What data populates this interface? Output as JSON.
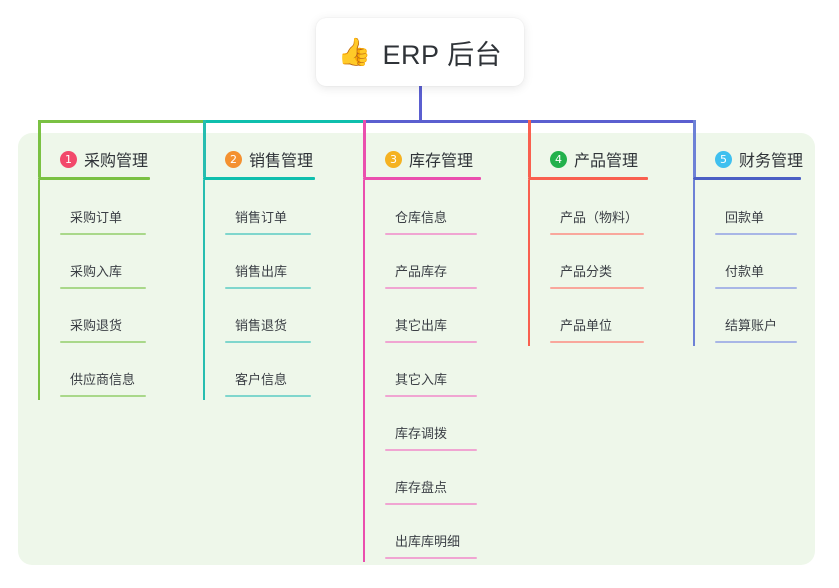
{
  "root": {
    "icon": "thumbs-up-icon",
    "icon_glyph": "👍",
    "title": "ERP 后台"
  },
  "canvas": {
    "background_color": "#eef7ea"
  },
  "trunk": {
    "color": "#5b5fd0"
  },
  "branches": [
    {
      "number": "1",
      "title": "采购管理",
      "badge_color": "#f2496b",
      "rule_color": "#7ac143",
      "line_color": "#7ac143",
      "leaf_rule_color": "#a9d88a",
      "bus_color": "#7ac143",
      "items": [
        "采购订单",
        "采购入库",
        "采购退货",
        "供应商信息"
      ]
    },
    {
      "number": "2",
      "title": "销售管理",
      "badge_color": "#f49130",
      "rule_color": "#0fbfad",
      "line_color": "#27bdb0",
      "leaf_rule_color": "#7fd6cd",
      "bus_color": "#0fbfad",
      "items": [
        "销售订单",
        "销售出库",
        "销售退货",
        "客户信息"
      ]
    },
    {
      "number": "3",
      "title": "库存管理",
      "badge_color": "#f5b221",
      "rule_color": "#ea4fae",
      "line_color": "#ea4fae",
      "leaf_rule_color": "#f0a5d2",
      "bus_color": "#5b5fd0",
      "items": [
        "仓库信息",
        "产品库存",
        "其它出库",
        "其它入库",
        "库存调拨",
        "库存盘点",
        "出库库明细"
      ]
    },
    {
      "number": "4",
      "title": "产品管理",
      "badge_color": "#22b14c",
      "rule_color": "#f9604f",
      "line_color": "#f9604f",
      "leaf_rule_color": "#f9a79c",
      "bus_color": "#5b5fd0",
      "items": [
        "产品（物料）",
        "产品分类",
        "产品单位"
      ]
    },
    {
      "number": "5",
      "title": "财务管理",
      "badge_color": "#3fc0ef",
      "rule_color": "#4b5fc4",
      "line_color": "#6d81d6",
      "leaf_rule_color": "#a8b6e6",
      "bus_color": "#5b5fd0",
      "items": [
        "回款单",
        "付款单",
        "结算账户"
      ]
    }
  ]
}
